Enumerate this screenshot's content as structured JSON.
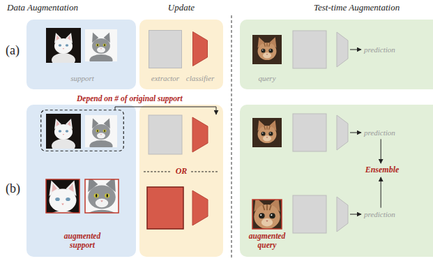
{
  "diagram": {
    "nodes": [
      {
        "text": [
          "support"
        ]
      },
      {
        "text": [
          "extractor"
        ]
      },
      {
        "text": [
          "classifier"
        ]
      },
      {
        "text": [
          "query"
        ]
      },
      {
        "text": [
          "prediction"
        ]
      },
      {
        "text": [
          "Depend on # of original support"
        ]
      },
      {
        "text": [
          "augmented support"
        ]
      },
      {
        "text": [
          "prediction"
        ]
      },
      {
        "text": [
          "prediction"
        ]
      },
      {
        "text": [
          "Ensemble"
        ]
      },
      {
        "text": [
          "augmented query"
        ]
      }
    ],
    "edges": [
      {
        "from": 7,
        "to": 9,
        "arrow": "to"
      },
      {
        "from": 8,
        "to": 9,
        "arrow": "to"
      }
    ],
    "labels": [
      "Data Augmentation",
      "Update",
      "Test-time Augmentation",
      "(a)",
      "(b)",
      "OR"
    ]
  }
}
